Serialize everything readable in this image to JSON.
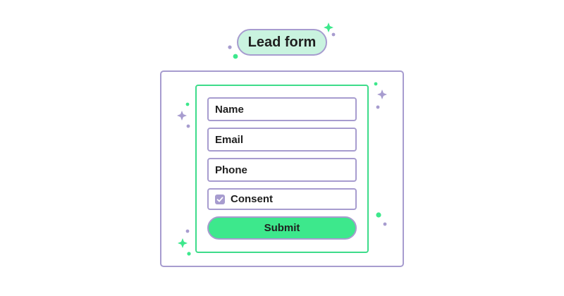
{
  "header": {
    "title": "Lead form"
  },
  "form": {
    "name_label": "Name",
    "email_label": "Email",
    "phone_label": "Phone",
    "consent_label": "Consent",
    "consent_checked": true,
    "submit_label": "Submit"
  },
  "colors": {
    "outline_purple": "#a79ccf",
    "accent_green": "#3de88c",
    "title_bg": "#c9f3df",
    "text": "#1f1f1f"
  },
  "icons": {
    "checkbox": "check-icon",
    "decorations": [
      "sparkle-icon",
      "dot-icon"
    ]
  }
}
